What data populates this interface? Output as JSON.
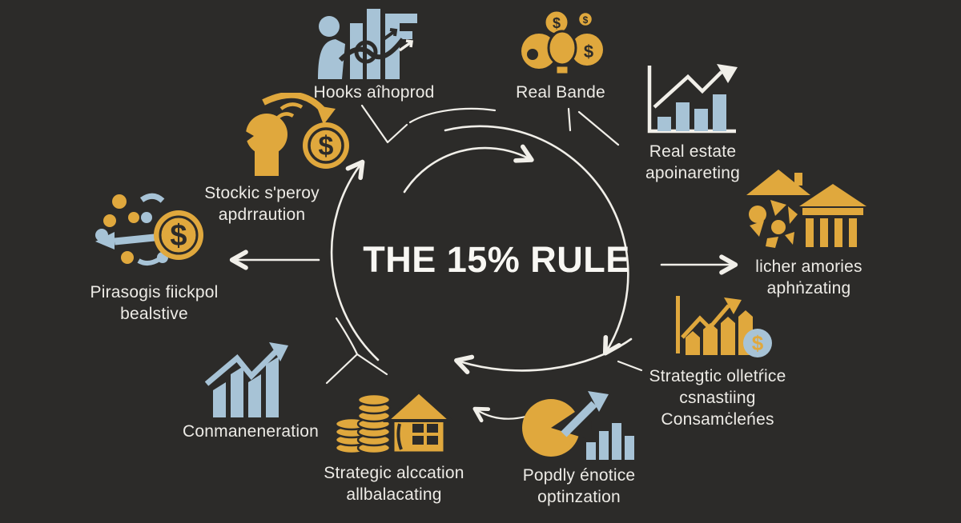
{
  "center": {
    "title": "THE 15% RULE"
  },
  "diagram": {
    "type": "cycle",
    "direction": "clockwise",
    "node_count": 10
  },
  "colors": {
    "background": "#2c2b29",
    "gold": "#e0a83d",
    "blue": "#a7c3d6",
    "line": "#f1efe9",
    "text": "#edebe6",
    "title": "#f8f7f3"
  },
  "nodes": {
    "hooks": {
      "line1": "Hooks aîhoprod",
      "icon": "person-growth-chart-icon"
    },
    "bulb": {
      "line1": "Real Bande",
      "icon": "idea-money-gears-icon"
    },
    "real_estate": {
      "line1": "Real estate",
      "line2": "apoinareting",
      "icon": "bar-chart-growth-icon"
    },
    "houses": {
      "line1": "licher amories",
      "line2": "aphṅzating",
      "icon": "gold-houses-icon"
    },
    "gold_chart": {
      "line1": "Strategtic olletŕice",
      "line2": "csnastiing",
      "line3": "Consamċleńes",
      "icon": "growth-chart-dollar-icon"
    },
    "pie": {
      "line1": "Popdly énotice",
      "line2": "optinzation",
      "icon": "pie-chart-bars-icon"
    },
    "coins_house": {
      "line1": "Strategic alccation",
      "line2": "allbalacating",
      "icon": "coins-house-icon"
    },
    "blue_bars": {
      "line1": "Conmaneneration",
      "icon": "bar-growth-arrow-icon"
    },
    "network": {
      "line1": "Pirasogis fiickpol",
      "line2": "bealstive",
      "icon": "network-dollar-icon"
    },
    "head": {
      "line1": "Stockic s'peroy",
      "line2": "apdrraution",
      "icon": "mind-money-icon"
    }
  }
}
